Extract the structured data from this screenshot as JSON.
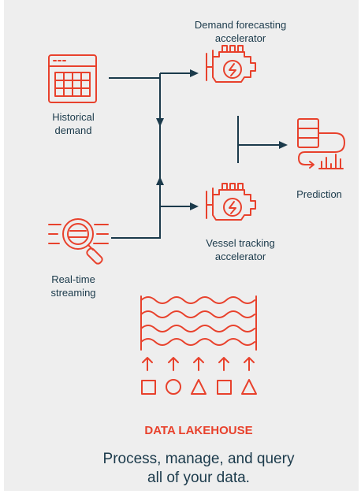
{
  "colors": {
    "accent": "#e8412c",
    "line": "#1b3a4b",
    "background": "#eeeeee"
  },
  "nodes": {
    "historical_demand": {
      "line1": "Historical",
      "line2": "demand",
      "icon": "calendar-grid-icon"
    },
    "realtime_streaming": {
      "line1": "Real-time",
      "line2": "streaming",
      "icon": "data-search-icon"
    },
    "demand_accelerator": {
      "line1": "Demand forecasting",
      "line2": "accelerator",
      "icon": "engine-icon"
    },
    "vessel_accelerator": {
      "line1": "Vessel tracking",
      "line2": "accelerator",
      "icon": "engine-icon"
    },
    "prediction": {
      "label": "Prediction",
      "icon": "prediction-chart-icon"
    }
  },
  "lakehouse": {
    "title": "DATA LAKEHOUSE",
    "tagline_line1": "Process, manage, and query",
    "tagline_line2": "all of your data.",
    "icon": "data-lakehouse-icon"
  }
}
